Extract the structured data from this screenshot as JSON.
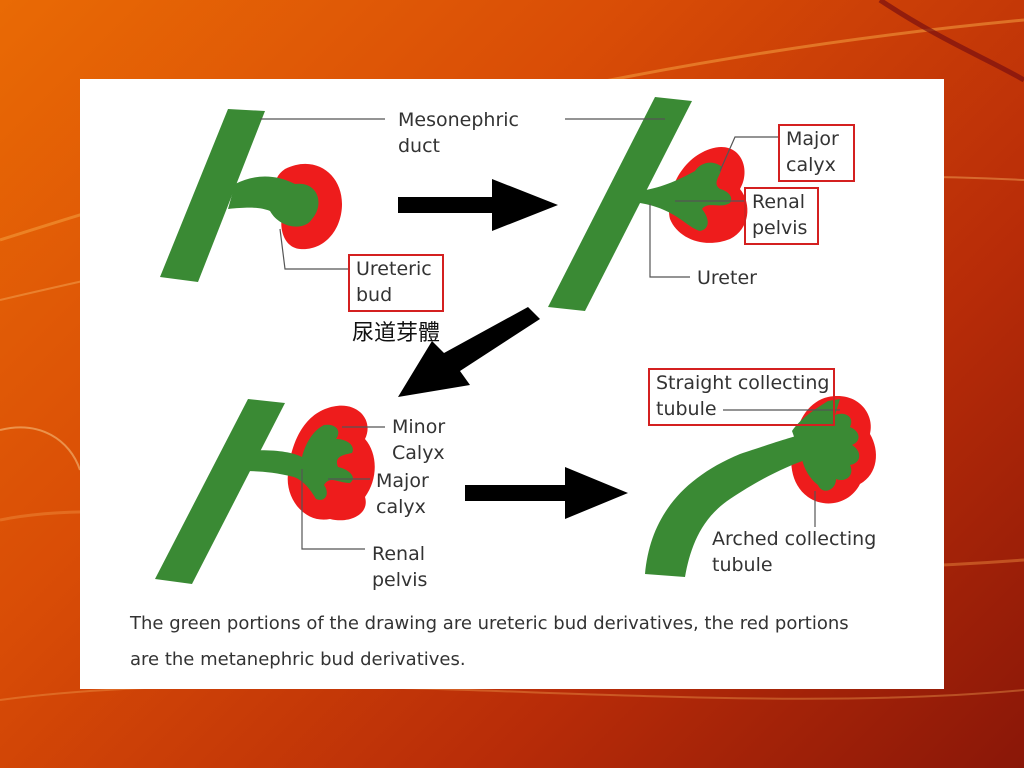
{
  "colors": {
    "green": "#3a8a34",
    "red": "#ee1c1c",
    "box": "#d42020",
    "arrow": "#000000"
  },
  "labels": {
    "mesonephric_duct": [
      "Mesonephric",
      "duct"
    ],
    "ureteric_bud": [
      "Ureteric",
      "bud"
    ],
    "ureteric_bud_cn": "尿道芽體",
    "major_calyx_1": [
      "Major",
      "calyx"
    ],
    "renal_pelvis_1": [
      "Renal",
      "pelvis"
    ],
    "ureter": "Ureter",
    "minor_calyx": [
      "Minor",
      "Calyx"
    ],
    "major_calyx_2": [
      "Major",
      "calyx"
    ],
    "renal_pelvis_2": [
      "Renal",
      "pelvis"
    ],
    "straight_collecting_tubule": [
      "Straight collecting",
      "tubule"
    ],
    "arched_collecting_tubule": [
      "Arched collecting",
      "tubule"
    ]
  },
  "caption": [
    "The green portions of the drawing are ureteric bud derivatives, the red portions",
    "are the metanephric bud derivatives."
  ]
}
